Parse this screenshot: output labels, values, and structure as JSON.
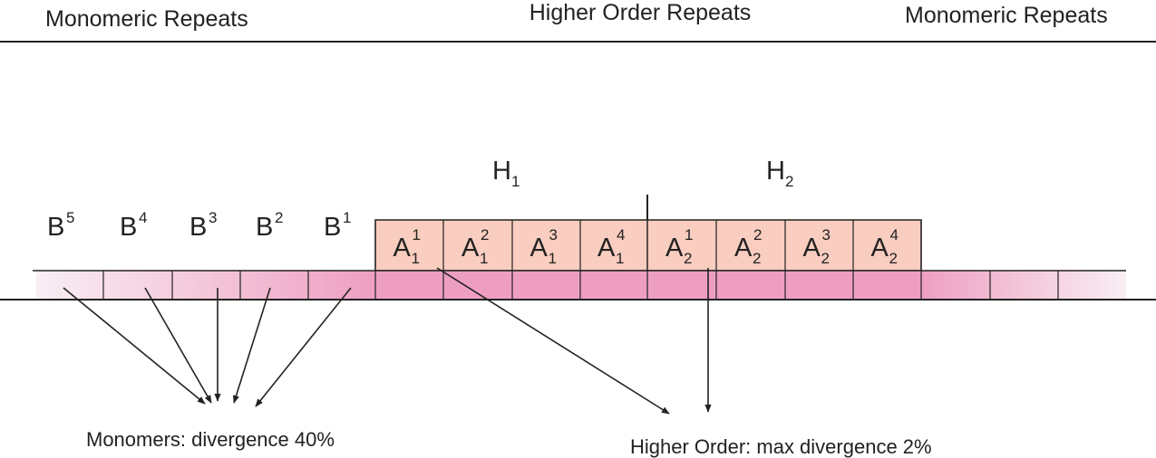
{
  "header": {
    "left_label": "Monomeric Repeats",
    "center_label": "Higher Order Repeats",
    "right_label": "Monomeric Repeats"
  },
  "hor_units": [
    {
      "letter": "H",
      "sub": "1"
    },
    {
      "letter": "H",
      "sub": "2"
    }
  ],
  "monomers": [
    {
      "letter": "B",
      "sup": "5"
    },
    {
      "letter": "B",
      "sup": "4"
    },
    {
      "letter": "B",
      "sup": "3"
    },
    {
      "letter": "B",
      "sup": "2"
    },
    {
      "letter": "B",
      "sup": "1"
    }
  ],
  "hor_monomers": [
    {
      "letter": "A",
      "sup": "1",
      "sub": "1"
    },
    {
      "letter": "A",
      "sup": "2",
      "sub": "1"
    },
    {
      "letter": "A",
      "sup": "3",
      "sub": "1"
    },
    {
      "letter": "A",
      "sup": "4",
      "sub": "1"
    },
    {
      "letter": "A",
      "sup": "1",
      "sub": "2"
    },
    {
      "letter": "A",
      "sup": "2",
      "sub": "2"
    },
    {
      "letter": "A",
      "sup": "3",
      "sub": "2"
    },
    {
      "letter": "A",
      "sup": "4",
      "sub": "2"
    }
  ],
  "captions": {
    "monomers": "Monomers: divergence 40%",
    "higher_order": "Higher Order: max divergence 2%"
  },
  "colors": {
    "hor_box": "#f9cdbf",
    "strip": "#ee9fc1",
    "strip_light": "#f6d3e4",
    "line": "#222222"
  }
}
